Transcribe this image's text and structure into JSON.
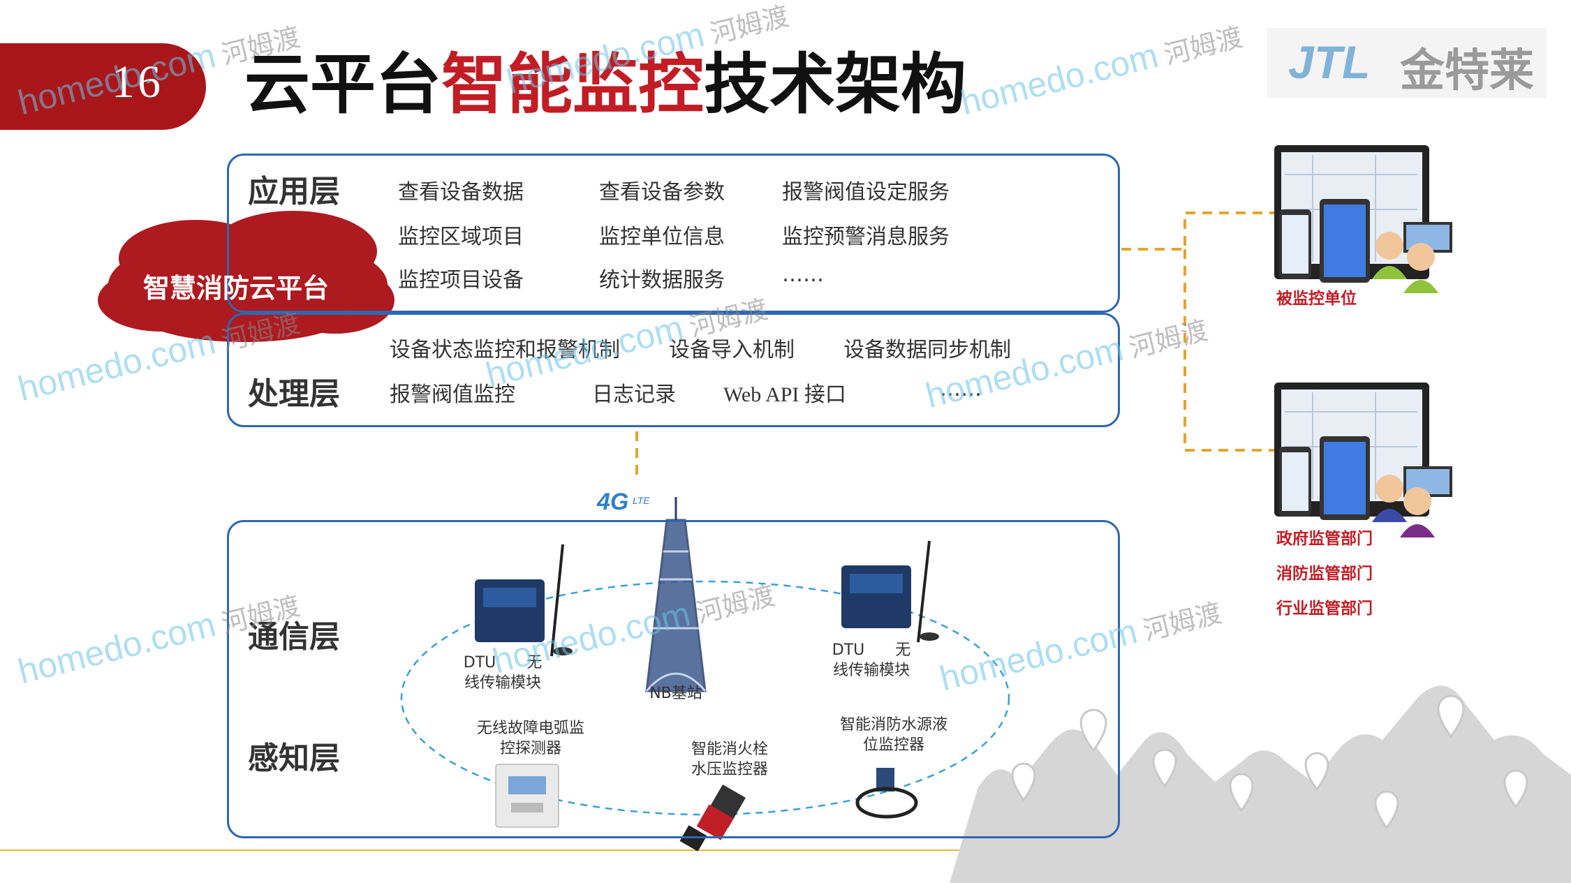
{
  "slide": {
    "number": "16",
    "title_pre": "云平台",
    "title_highlight": "智能监控",
    "title_post": "技术架构"
  },
  "logo": {
    "text": "金特莱"
  },
  "cloud_label": "智慧消防云平台",
  "application_layer": {
    "label": "应用层",
    "items": [
      "查看设备数据",
      "查看设备参数",
      "报警阀值设定服务",
      "监控区域项目",
      "监控单位信息",
      "监控预警消息服务",
      "监控项目设备",
      "统计数据服务",
      "……"
    ]
  },
  "processing_layer": {
    "label": "处理层",
    "items": [
      "设备状态监控和报警机制",
      "设备导入机制",
      "设备数据同步机制",
      "报警阀值监控",
      "日志记录",
      "Web API 接口",
      "……"
    ]
  },
  "communication_layer": {
    "label": "通信层"
  },
  "perception_layer": {
    "label": "感知层"
  },
  "devices": {
    "dtu_left": {
      "line1": "DTU　　无",
      "line2": "线传输模块"
    },
    "dtu_right": {
      "line1": "DTU　　无",
      "line2": "线传输模块"
    },
    "nb_station": "NB基站",
    "lte_badge": "4G LTE",
    "arc_detector": {
      "line1": "无线故障电弧监",
      "line2": "控探测器"
    },
    "hydrant_monitor": {
      "line1": "智能消火栓",
      "line2": "水压监控器"
    },
    "water_level_monitor": {
      "line1": "智能消防水源液",
      "line2": "位监控器"
    }
  },
  "right_panel": {
    "monitored_unit": "被监控单位",
    "departments": [
      "政府监管部门",
      "消防监管部门",
      "行业监管部门"
    ]
  },
  "watermark": {
    "site": "homedo.com",
    "cn": "河姆渡"
  },
  "colors": {
    "accent_red": "#c21d25",
    "badge_red": "#a8161a",
    "box_blue": "#2f67b2",
    "dashed_orange": "#e3a52a",
    "ellipse_blue": "#3aa0d8"
  },
  "icons": [
    "flower-icon",
    "tower-icon",
    "dtu-device-icon",
    "antenna-icon",
    "monitor-icon",
    "tablet-icon",
    "phone-icon",
    "user-group-icon",
    "map-pin-icon"
  ]
}
